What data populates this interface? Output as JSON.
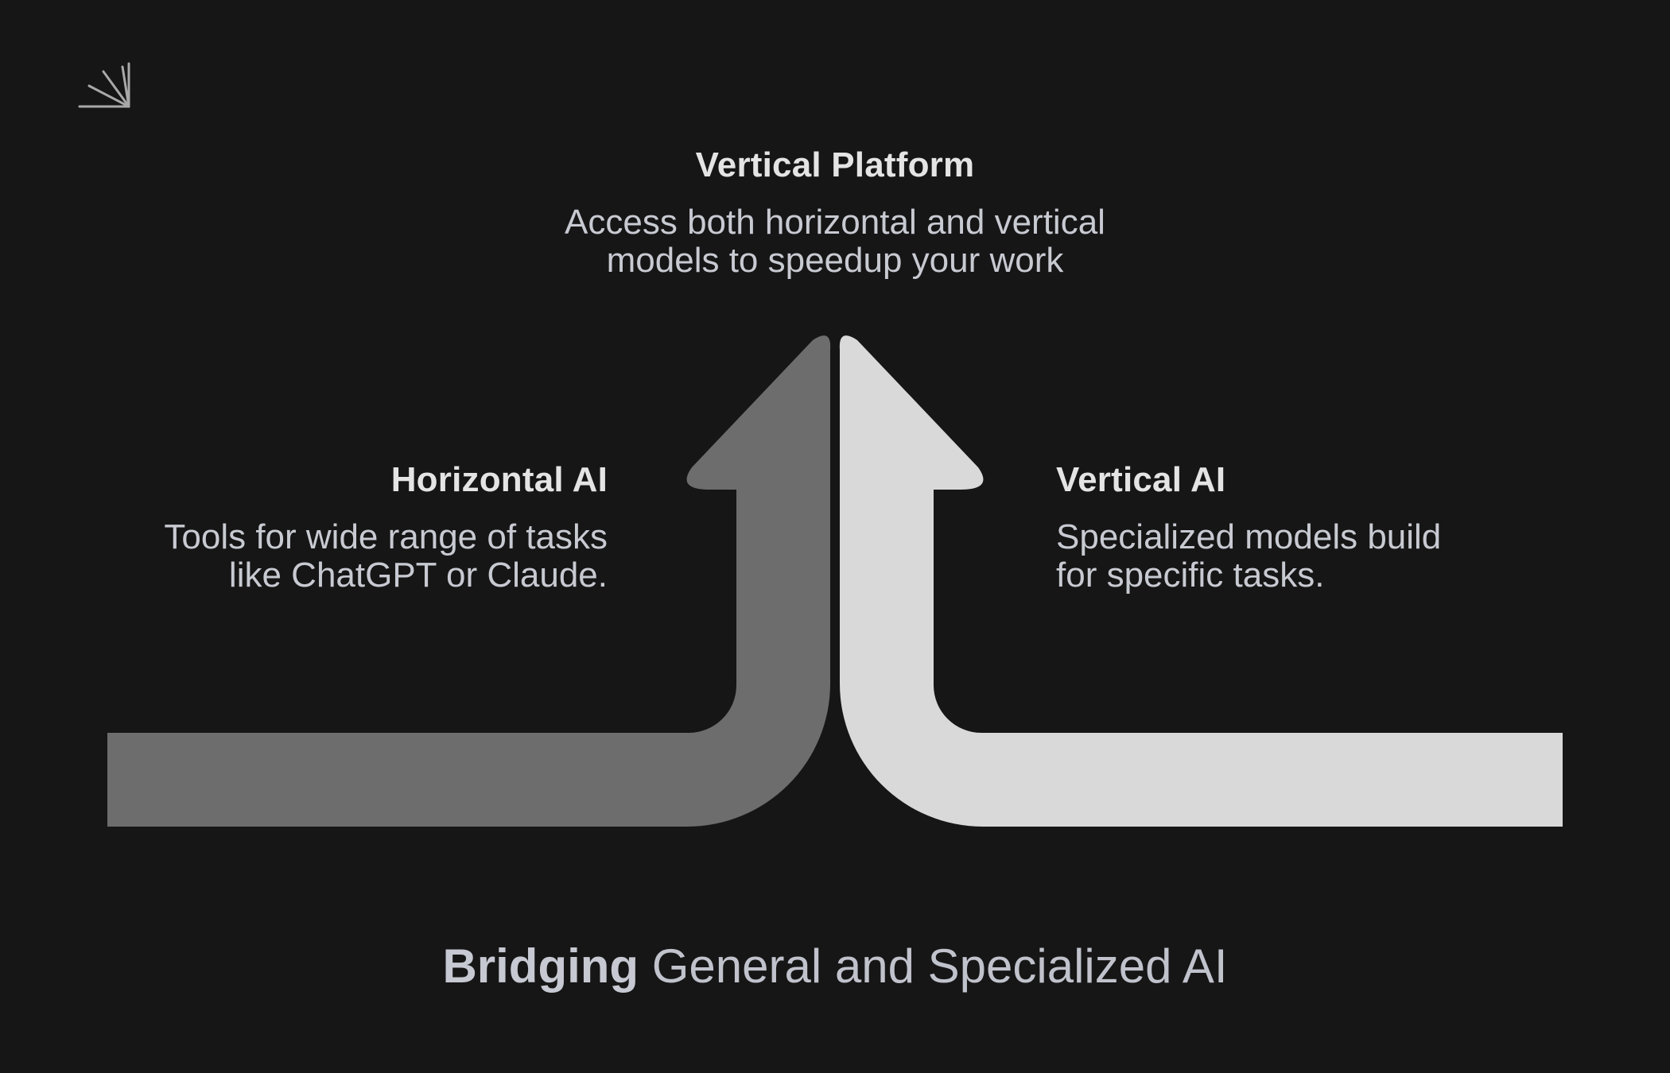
{
  "colors": {
    "background": "#161616",
    "horizontal_arrow": "#6d6d6d",
    "vertical_arrow": "#d9d9d9",
    "logo": "#a9a9a9"
  },
  "logo": {
    "icon": "sunburst-corner-logo-icon"
  },
  "top": {
    "title": "Vertical Platform",
    "description": "Access both horizontal and vertical\nmodels to speedup your work"
  },
  "left": {
    "title": "Horizontal AI",
    "description": "Tools for wide range of tasks\nlike ChatGPT or Claude."
  },
  "right": {
    "title": "Vertical AI",
    "description": "Specialized models build\nfor specific tasks."
  },
  "footer": {
    "bold": "Bridging",
    "rest": " General and Specialized AI"
  }
}
